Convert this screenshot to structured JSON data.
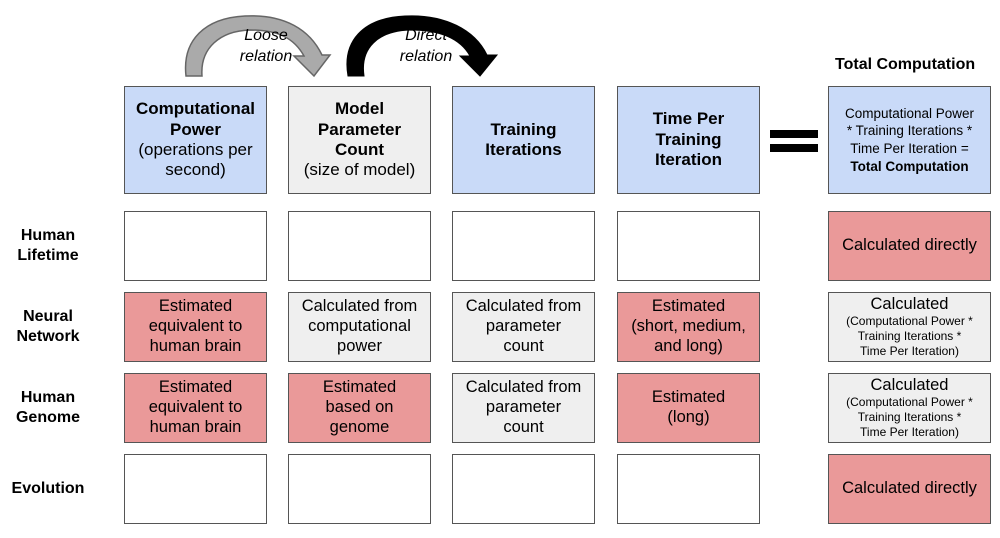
{
  "arrows": {
    "loose": [
      "Loose",
      "relation"
    ],
    "direct": [
      "Direct",
      "relation"
    ]
  },
  "total_title": "Total Computation",
  "headers": [
    {
      "bold": [
        "Computational",
        "Power"
      ],
      "normal": [
        "(operations per",
        "second)"
      ]
    },
    {
      "bold": [
        "Model",
        "Parameter",
        "Count"
      ],
      "normal": [
        "(size of model)"
      ]
    },
    {
      "bold": [
        "Training",
        "Iterations"
      ],
      "normal": []
    },
    {
      "bold": [
        "Time Per",
        "Training",
        "Iteration"
      ],
      "normal": []
    }
  ],
  "total_header": {
    "lines": [
      "Computational Power",
      "* Training Iterations *",
      "Time Per Iteration ="
    ],
    "bold": "Total Computation"
  },
  "rows": [
    {
      "label": [
        "Human",
        "Lifetime"
      ]
    },
    {
      "label": [
        "Neural",
        "Network"
      ]
    },
    {
      "label": [
        "Human",
        "Genome"
      ]
    },
    {
      "label": [
        "Evolution"
      ]
    }
  ],
  "cells": {
    "nn": [
      [
        "Estimated",
        "equivalent to",
        "human brain"
      ],
      [
        "Calculated from",
        "computational",
        "power"
      ],
      [
        "Calculated from",
        "parameter",
        "count"
      ],
      [
        "Estimated",
        "(short, medium,",
        "and long)"
      ]
    ],
    "hg": [
      [
        "Estimated",
        "equivalent to",
        "human brain"
      ],
      [
        "Estimated",
        "based on",
        "genome"
      ],
      [
        "Calculated from",
        "parameter",
        "count"
      ],
      [
        "Estimated",
        "(long)"
      ]
    ]
  },
  "totals": {
    "direct": "Calculated directly",
    "calc_main": "Calculated",
    "calc_sub": [
      "(Computational Power *",
      "Training Iterations *",
      "Time Per Iteration)"
    ]
  }
}
